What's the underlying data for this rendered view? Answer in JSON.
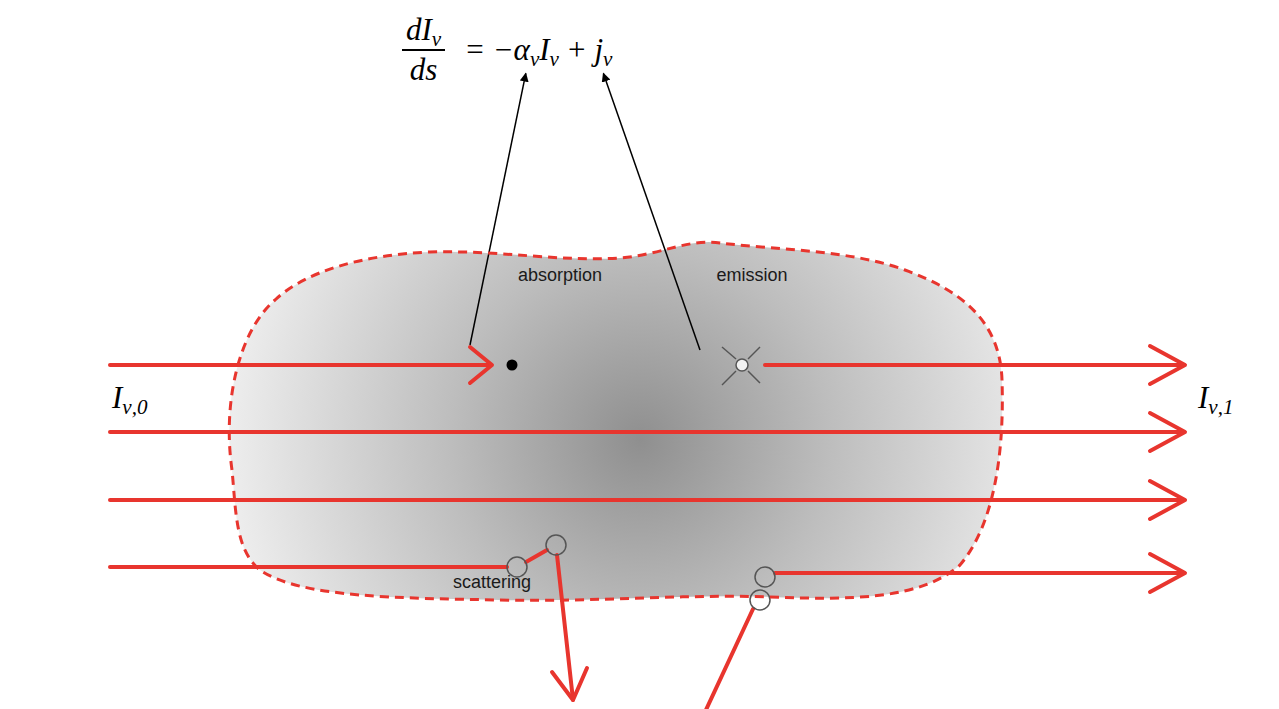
{
  "diagram": {
    "nodes": [
      {
        "text": [
          "absorption",
          "emission",
          "scattering"
        ]
      }
    ],
    "labels": [
      "dIν",
      "ds",
      "=",
      "−ανIν",
      "+",
      "jν",
      "Iν,0",
      "Iν,1"
    ]
  }
}
